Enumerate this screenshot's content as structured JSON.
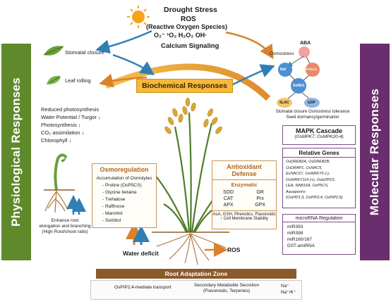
{
  "side_labels": {
    "left": "Physiological Responses",
    "right": "Molecular Responses"
  },
  "top": {
    "drought": "Drought Stress",
    "ros": "ROS",
    "ros_full": "(Reactive Oxygen Species)",
    "ros_species": "O₂⁻   ¹O₂  H₂O₂  OH·",
    "calcium": "Calcium Signaling"
  },
  "center": {
    "biochemical": "Biochemical Responses"
  },
  "physiological": {
    "stomatal": "Stomatal closure",
    "leaf_rolling": "Leaf rolling",
    "effects": [
      "Reduced photosynthesis",
      "Water Potential / Turgor ↓",
      "Photosynthesis ↓",
      "CO₂ assimilation ↓",
      "Chlorophyll ↓"
    ],
    "root_line1": "Enhance root",
    "root_line2": "elongation and branching",
    "root_line3": "(High Root/shoot ratio)"
  },
  "osmoregulation": {
    "title": "Osmoregulation",
    "subtitle": "Accumulation of Osmolytes",
    "items": [
      "- Proline (OsP5CS)",
      "- Glycine betaine",
      "- Trehalose",
      "- Raffinose",
      "- Mannitol",
      "- Sorbitol"
    ]
  },
  "antioxidant": {
    "title_line1": "Antioxidant",
    "title_line2": "Defense",
    "enzymatic": "Enzymatic",
    "col1": [
      "SOD",
      "CAT",
      "APX"
    ],
    "col2": [
      "GR",
      "Prx",
      "GPX"
    ],
    "nonenzymatic": "AsA, GSH, Phenolics, Flavonoids",
    "membrane": "↑ Cell Membrane Stability"
  },
  "bottom": {
    "water_deficit": "Water deficit",
    "ros_out": "ROS",
    "root_zone": "Root Adaptation Zone",
    "pip": "OsPIP2;4-mediate transport",
    "secondary_line1": "Secondary Metabolite Secretion",
    "secondary_line2": "(Flavonoids, Terpenes)",
    "na": "Na⁺",
    "nak": "Na⁺/K⁺"
  },
  "molecular": {
    "aba": "ABA",
    "osmostress": "Osmostress",
    "nodes": [
      "Raf",
      "PP2CA",
      "SnRK2",
      "SLAC",
      "bZIP"
    ],
    "outcome_line1": "Stomatal closure  Osmostress tolerance",
    "outcome_line2": "Seed dormancy/germination",
    "mapk_title": "MAPK Cascade",
    "mapk_sub": "(OsMPK7, OsMPK20-4)",
    "genes_title": "Relative Genes",
    "genes": [
      "OsDREB2A, OsDREB2B,",
      "OsDRAP1, OsNAC5,",
      "EcNAC67, OsWRKY5 (-),",
      "OsWRKY114 (+), OsbZIP23,",
      "LEA, RAB16A, OsP5CS,",
      "Aquaporins",
      "(OsPIP1;3, OsPIP2;4, OsPIP2;5)"
    ],
    "mirna_title": "microRNA Regulation",
    "mirnas": [
      "miR393",
      "miR398",
      "miR160/167",
      "DST-amiRNA"
    ]
  },
  "colors": {
    "green_bar": "#5f8a2b",
    "purple_bar": "#6a2d6e",
    "biochem_box": "#f6b93b",
    "root_zone": "#8b5a2b",
    "arrow_orange": "#d9822b",
    "arrow_blue": "#2f7fb5"
  }
}
